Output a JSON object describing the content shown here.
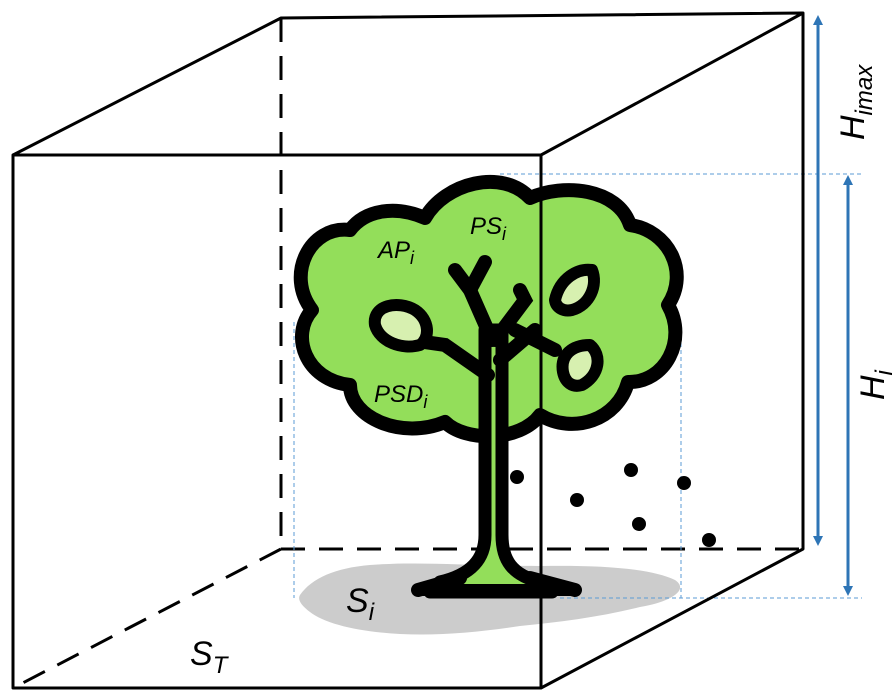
{
  "labels": {
    "h_imax": {
      "main": "H",
      "sub": "imax"
    },
    "h_i": {
      "main": "H",
      "sub": "i"
    },
    "s_i": {
      "main": "S",
      "sub": "i"
    },
    "s_t": {
      "main": "S",
      "sub": "T"
    },
    "ap_i": {
      "main": "AP",
      "sub": "i"
    },
    "ps_i": {
      "main": "PS",
      "sub": "i"
    },
    "psd_i": {
      "main": "PSD",
      "sub": "i"
    }
  },
  "colors": {
    "canopy": "#93de5a",
    "leaf_light": "#d7f0b0",
    "outline": "#000000",
    "ground_shadow": "#cccccc",
    "dimension_arrow": "#2e75b6",
    "guide_line": "#5b9bd5"
  },
  "icons": {
    "tree": "tree-icon",
    "seeds": "seed-dots"
  }
}
